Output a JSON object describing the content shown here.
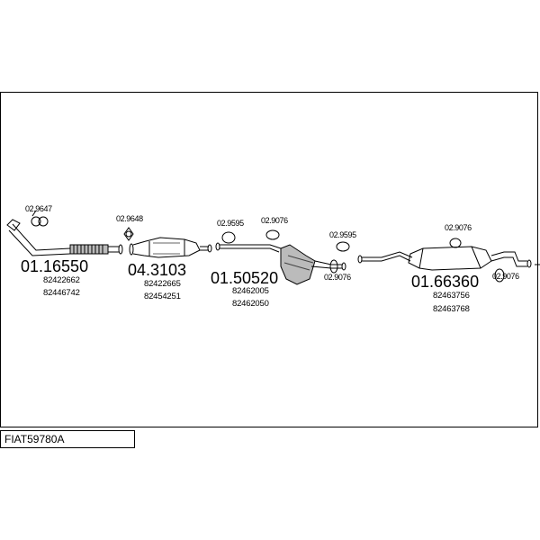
{
  "vehicle_code": "FIAT59780A",
  "parts": [
    {
      "number": "01.16550",
      "oem": [
        "82422662",
        "82446742"
      ]
    },
    {
      "number": "04.3103",
      "oem": [
        "82422665",
        "82454251"
      ]
    },
    {
      "number": "01.50520",
      "oem": [
        "82462005",
        "82462050"
      ]
    },
    {
      "number": "01.66360",
      "oem": [
        "82463756",
        "82463768"
      ]
    }
  ],
  "fittings": [
    {
      "id": "02.9647"
    },
    {
      "id": "02.9648"
    },
    {
      "id": "02.9595"
    },
    {
      "id": "02.9076"
    },
    {
      "id": "02.9595"
    },
    {
      "id": "02.9076"
    },
    {
      "id": "02.9076"
    },
    {
      "id": "02.9076"
    }
  ]
}
